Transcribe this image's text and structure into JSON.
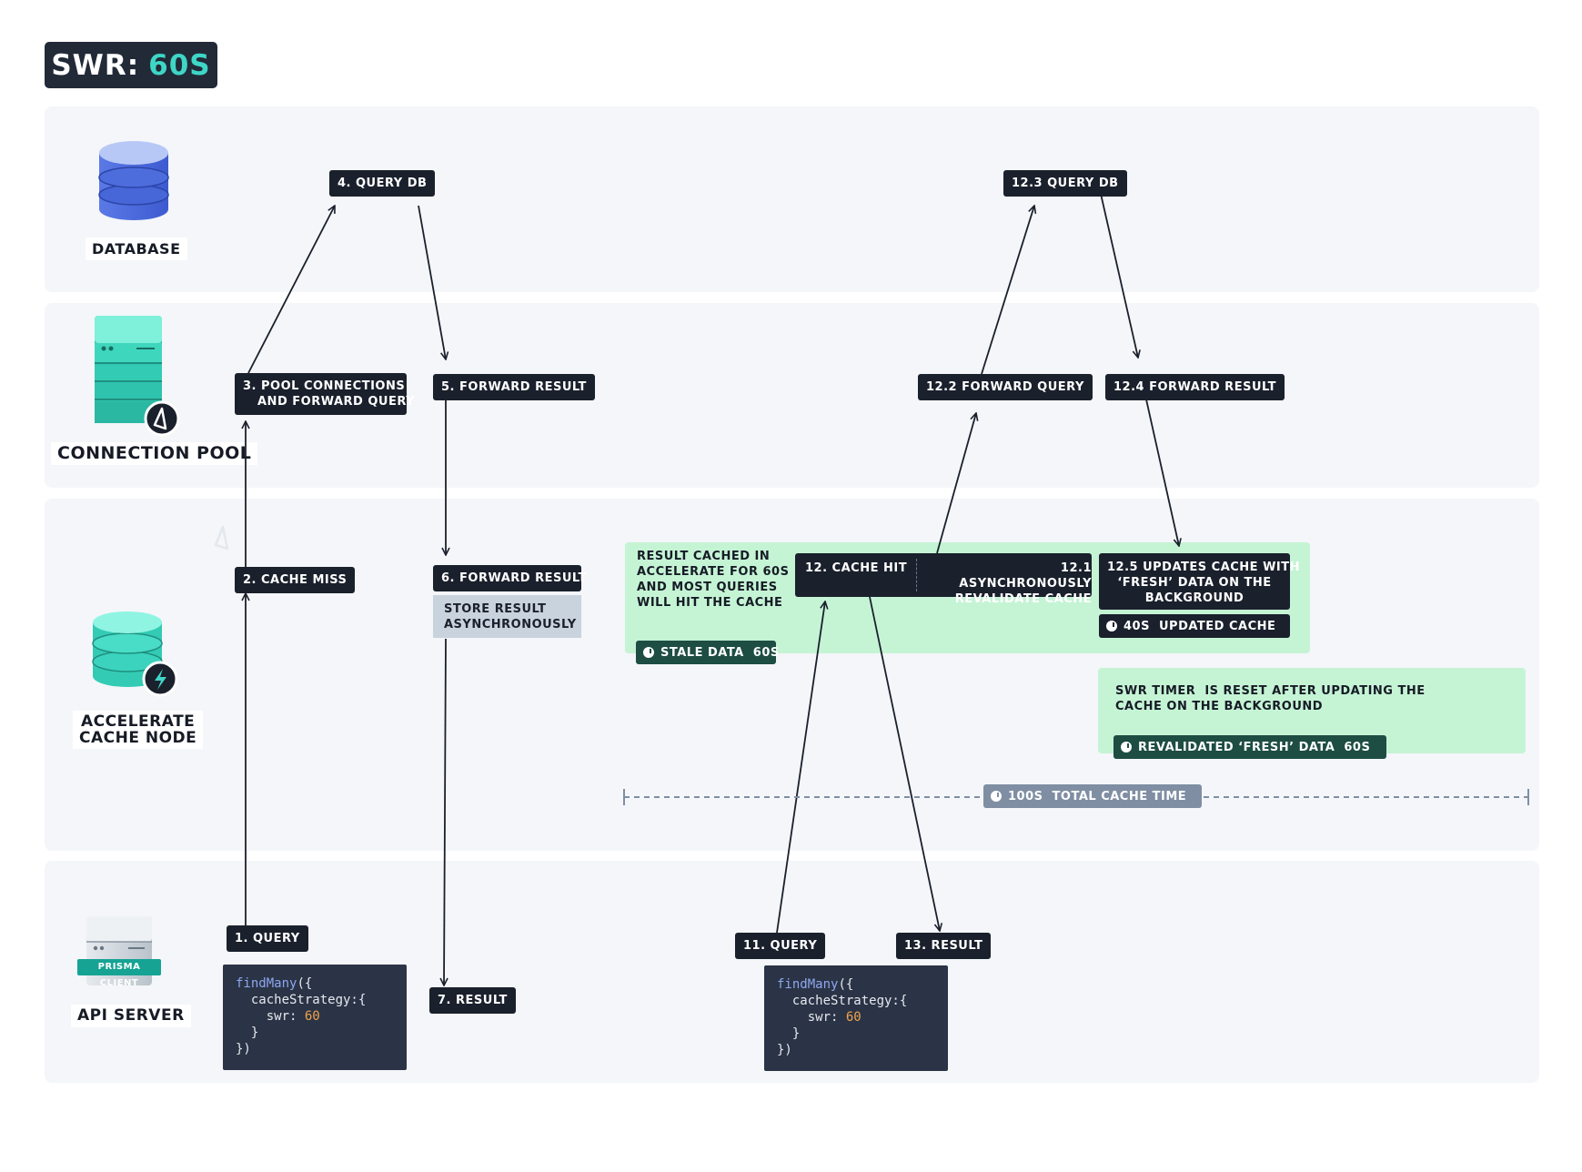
{
  "title": {
    "prefix": "SWR:",
    "value": "60S"
  },
  "nodes": {
    "database": "DATABASE",
    "connection_pool": "CONNECTION POOL",
    "accelerate": [
      "ACCELERATE",
      "CACHE NODE"
    ],
    "api_server": "API SERVER",
    "prisma_client": "PRISMA CLIENT"
  },
  "steps": {
    "s1": "1. QUERY",
    "s2": "2. CACHE MISS",
    "s3": [
      "3. POOL CONNECTIONS",
      "AND FORWARD QUERY"
    ],
    "s4": "4. QUERY DB",
    "s5": "5. FORWARD RESULT",
    "s6": "6. FORWARD RESULT",
    "store": [
      "STORE RESULT",
      "ASYNCHRONOUSLY"
    ],
    "s7": "7. RESULT",
    "s11": "11. QUERY",
    "s12": "12. CACHE HIT",
    "s12_1": [
      "12.1 ASYNCHRONOUSLY",
      "REVALIDATE CACHE"
    ],
    "s12_2": "12.2 FORWARD QUERY",
    "s12_3": "12.3 QUERY DB",
    "s12_4": "12.4 FORWARD RESULT",
    "s12_5": [
      "12.5 UPDATES CACHE WITH",
      "‘FRESH’ DATA ON THE",
      "BACKGROUND"
    ],
    "s13": "13. RESULT"
  },
  "notes": {
    "cached": [
      "RESULT CACHED IN",
      "ACCELERATE FOR 60S",
      "AND MOST QUERIES",
      "WILL HIT THE CACHE"
    ],
    "swr_reset": [
      "SWR TIMER  IS RESET AFTER UPDATING THE",
      "CACHE ON THE BACKGROUND"
    ]
  },
  "timers": {
    "stale": "STALE DATA  60S",
    "updated": "40S  UPDATED CACHE",
    "revalidated": "REVALIDATED ‘FRESH’ DATA  60S",
    "total": "100S  TOTAL CACHE TIME"
  },
  "code": {
    "fn": "findMany",
    "open": "({",
    "strategy": "  cacheStrategy:{",
    "swr_key": "    swr: ",
    "swr_value": "60",
    "close_inner": "  }",
    "close_outer": "})"
  },
  "colors": {
    "accent": "#3fd6c6",
    "badge_dark": "#1a202c",
    "lane_bg": "#f4f6f9",
    "note_green": "#c5f4d5",
    "timer_green": "#1d4d43",
    "timer_slate": "#7f8ea3"
  }
}
